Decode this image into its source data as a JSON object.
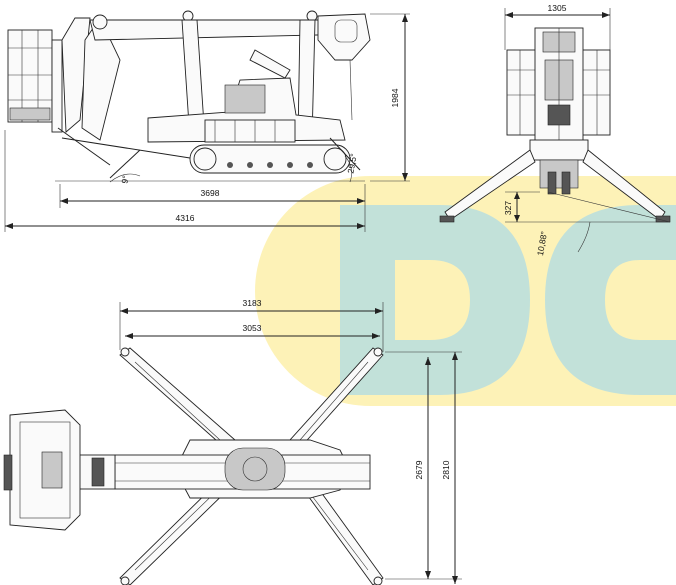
{
  "dimensions": {
    "side_height": "1984",
    "side_length_inner": "3698",
    "side_length_total": "4316",
    "side_angle_left": "9°",
    "side_angle_right": "29,5°",
    "front_width": "1305",
    "front_clearance": "327",
    "front_angle": "10,88°",
    "top_span_outer": "3183",
    "top_span_inner": "3053",
    "top_depth_inner": "2679",
    "top_depth_outer": "2810"
  },
  "watermark": {
    "letters": "DC",
    "yellow": "#fdf2b4",
    "teal": "#bfe0d8"
  }
}
